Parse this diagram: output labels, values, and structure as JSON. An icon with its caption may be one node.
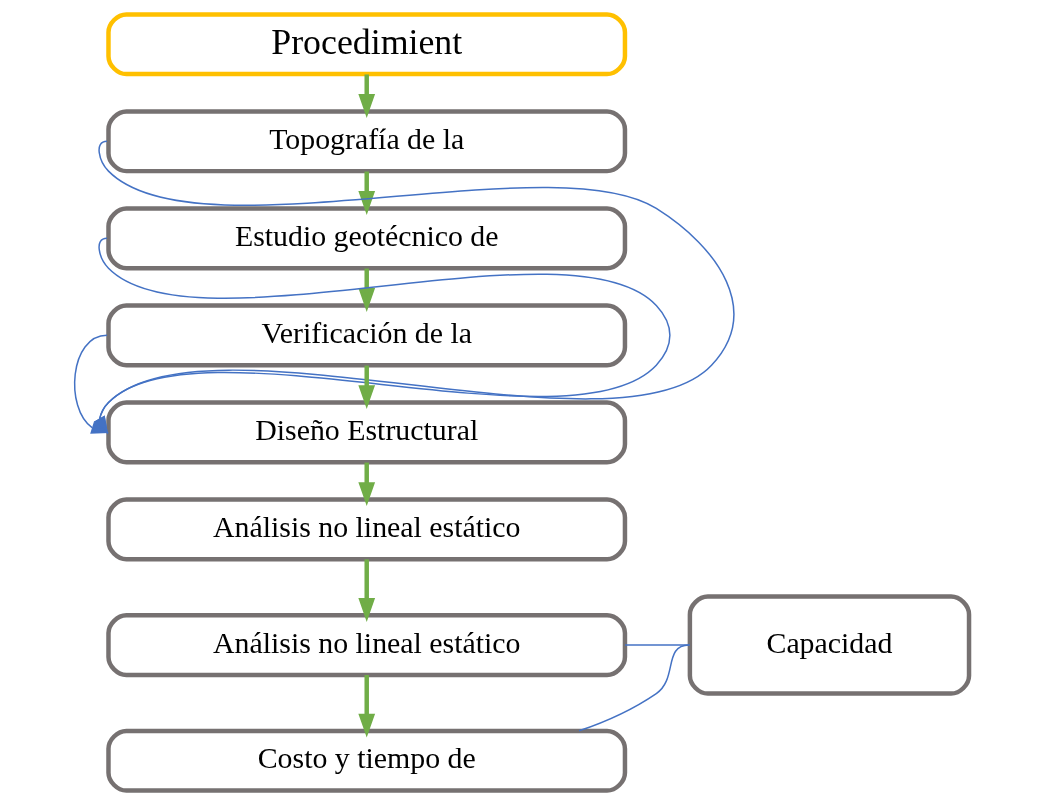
{
  "diagram": {
    "nodes": [
      {
        "text": [
          "Procedimient"
        ]
      },
      {
        "text": [
          "Topografía de la"
        ]
      },
      {
        "text": [
          "Estudio geotécnico de"
        ]
      },
      {
        "text": [
          "Verificación de la"
        ]
      },
      {
        "text": [
          "Diseño Estructural"
        ]
      },
      {
        "text": [
          "Análisis no lineal estático"
        ]
      },
      {
        "text": [
          "Análisis no lineal estático"
        ]
      },
      {
        "text": [
          "Costo y tiempo de"
        ]
      },
      {
        "text": [
          "Capacidad"
        ]
      }
    ],
    "edges": [
      {
        "from": 0,
        "to": 1,
        "arrow": "to"
      },
      {
        "from": 1,
        "to": 2,
        "arrow": "to"
      },
      {
        "from": 2,
        "to": 3,
        "arrow": "to"
      },
      {
        "from": 3,
        "to": 4,
        "arrow": "to"
      },
      {
        "from": 4,
        "to": 5,
        "arrow": "to"
      },
      {
        "from": 5,
        "to": 6,
        "arrow": "to"
      },
      {
        "from": 6,
        "to": 7,
        "arrow": "to"
      },
      {
        "from": 1,
        "to": 4,
        "arrow": "to",
        "color": "#4472c4"
      },
      {
        "from": 2,
        "to": 4,
        "arrow": "to",
        "color": "#4472c4"
      },
      {
        "from": 3,
        "to": 4,
        "arrow": "to",
        "color": "#4472c4"
      },
      {
        "from": 6,
        "to": 8,
        "arrow": "none",
        "color": "#4472c4"
      },
      {
        "from": 7,
        "to": 8,
        "arrow": "none",
        "color": "#4472c4"
      }
    ]
  }
}
